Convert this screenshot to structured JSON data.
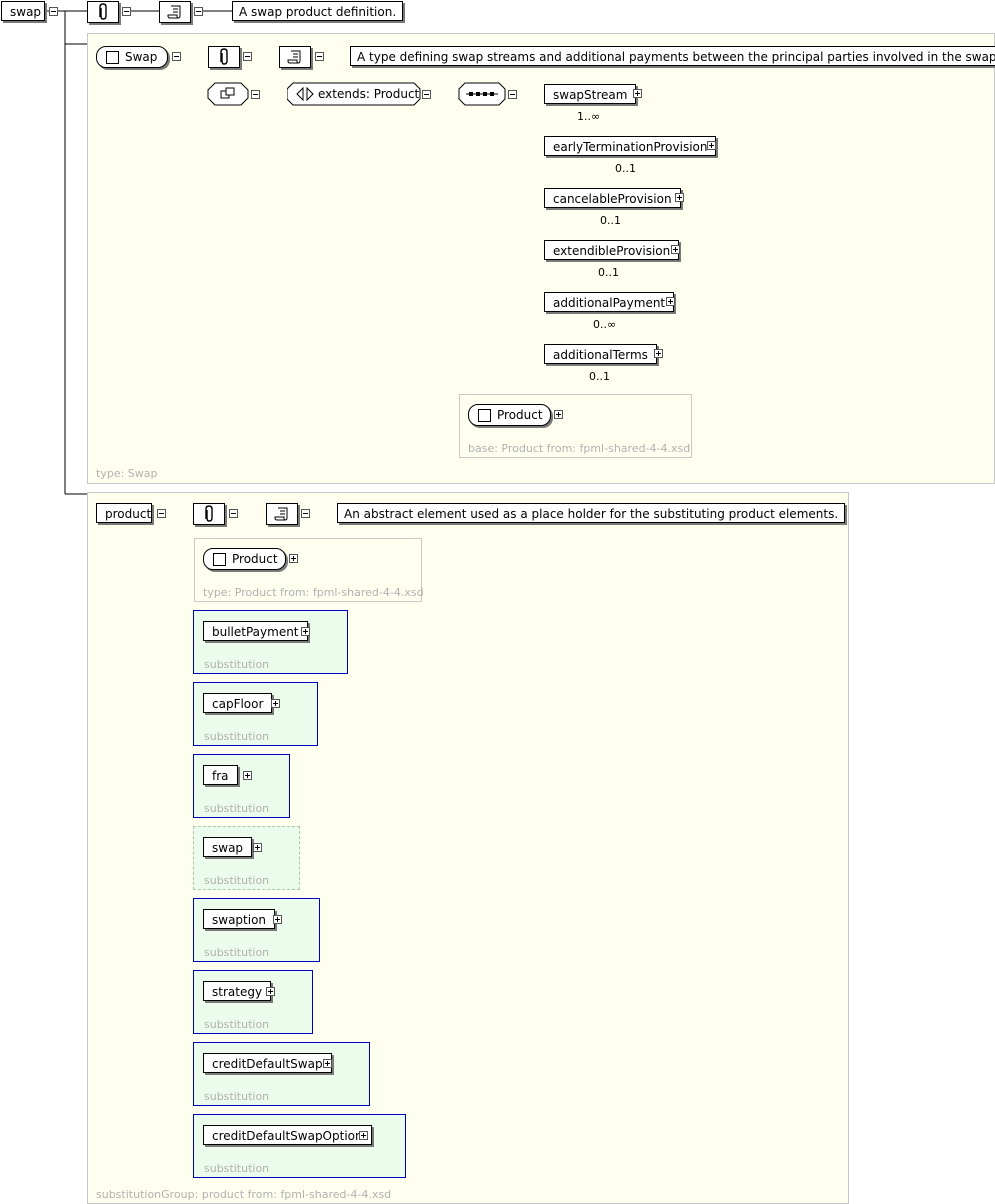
{
  "root": {
    "name": "swap",
    "documentation": "A swap product definition."
  },
  "swap_type": {
    "name": "Swap",
    "documentation": "A type defining swap streams and additional payments between the principal parties involved in the swap.",
    "extends": "extends: Product",
    "footer": "type: Swap",
    "children": [
      {
        "name": "swapStream",
        "card": "1..∞"
      },
      {
        "name": "earlyTerminationProvision",
        "card": "0..1"
      },
      {
        "name": "cancelableProvision",
        "card": "0..1"
      },
      {
        "name": "extendibleProvision",
        "card": "0..1"
      },
      {
        "name": "additionalPayment",
        "card": "0..∞"
      },
      {
        "name": "additionalTerms",
        "card": "0..1"
      }
    ],
    "base": {
      "name": "Product",
      "footer": "base: Product from: fpml-shared-4-4.xsd"
    }
  },
  "product": {
    "name": "product",
    "documentation": "An abstract element used as a place holder for the substituting product elements.",
    "type": {
      "name": "Product",
      "footer": "type: Product from: fpml-shared-4-4.xsd"
    },
    "substitution_label": "substitution",
    "substitutions": [
      "bulletPayment",
      "capFloor",
      "fra",
      "swap",
      "swaption",
      "strategy",
      "creditDefaultSwap",
      "creditDefaultSwapOption"
    ],
    "footer": "substitutionGroup: product from: fpml-shared-4-4.xsd"
  },
  "icons": {
    "attachment": "paperclip-icon",
    "documentation": "scroll-icon",
    "sequence": "sequence-compositor-icon",
    "complex_content": "complex-content-icon",
    "extension": "extension-icon"
  }
}
